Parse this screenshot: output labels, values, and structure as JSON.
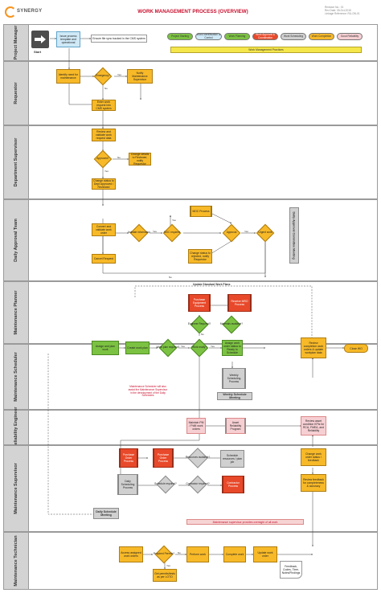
{
  "header": {
    "brand": "SYNERGY",
    "title": "WORK MANAGEMENT PROCESS (OVERVIEW)",
    "meta_1": "Revision No.: 01",
    "meta_2": "Rev Date: 05-Oct-2015",
    "meta_3": "Linkage Reference: RU-ON-01"
  },
  "lanes": [
    {
      "label": "Project Manager"
    },
    {
      "label": "Requestor"
    },
    {
      "label": "Department Supervisor"
    },
    {
      "label": "Daily Approval Team"
    },
    {
      "label": "Maintenance Planner"
    },
    {
      "label": "Maintenance Scheduler"
    },
    {
      "label": "Reliability Engineer"
    },
    {
      "label": "Maintenance Supervisor"
    },
    {
      "label": "Maintenance Technician"
    }
  ],
  "pm": {
    "start": "Start",
    "define_box": "Issue process template and operational",
    "note_box": "Ensure file sync tracked in the CMS system",
    "phases": [
      "Project Starting",
      "Work Identification & Control",
      "Work Planning",
      "Work Approval & Coordination",
      "Work Scheduling",
      "Work Completion",
      "Good Reliability"
    ],
    "phase_colors": [
      "#7cc242",
      "#cfe9f7",
      "#7cc242",
      "#e8492a",
      "#d0d0d0",
      "#f7b928",
      "#f6cfd3"
    ],
    "bar": "Work Management Practices"
  },
  "requestor": {
    "identify": "Identify need for maintenance",
    "emergency": "Emergency?",
    "notify": "Notify Maintenance Supervisor",
    "create": "Enter work request into CMS system"
  },
  "dept": {
    "review": "Review and validate work request data",
    "approved": "Approved?",
    "change": "Change details to Reviewer, notify Requestor",
    "change2": "Change status to Dept Approved / Reviewed"
  },
  "dat": {
    "convert": "Convert and validate work order",
    "cancel": "Cancel Request",
    "validate": "Validate information",
    "moc": "MOC Process",
    "moc_req": "MOC required",
    "approval": "Approval",
    "urgent": "Urgent work",
    "change": "Change status to rejected, notify Requestor",
    "side": "Daily Approval Committee Meeting"
  },
  "planner": {
    "update_std": "Update Standard Work Plans",
    "assign": "Assign and plan work",
    "create_plan": "Create work plan",
    "requires": "Work plan required?",
    "engineer": "Engineer Required?",
    "ready": "Work ready?",
    "proc1": "Purchase Equipment Process",
    "proc2": "Receive MRO Process",
    "materials": "Materials available?",
    "assign2": "Assign work order status to Ready to Schedule",
    "review": "Review completion work orders & update workplan data",
    "close": "Close WO"
  },
  "scheduler": {
    "note": "Maintenance Scheduler will also assist the Maintenance Supervisor in the development of the Daily Schedules",
    "weekly_proc": "Weekly Scheduling Process",
    "weekly": "Weekly Schedule Meeting"
  },
  "reliability": {
    "maintain": "Maintain PM / PdM work orders",
    "asset": "Asset Reliability Program",
    "review": "Review asset condition KPIs for RCA, FMEA, and Reliability"
  },
  "supervisor": {
    "parts": "Purchase Order Process",
    "pre": "Purchase Order Process",
    "resources": "Resources available?",
    "schedule_conf": "Schedule resources / plan job",
    "daily_proc": "Daily Scheduling Process",
    "sched_ok": "Schedule required?",
    "contractor": "Contractor required?",
    "contract_proc": "Contractor Process",
    "change_wo": "Change work order status / feedback",
    "review_feedback": "Review feedback for completeness & accuracy",
    "daily": "Daily Schedule Meeting",
    "note": "Maintenance supervisor provides oversight of all work"
  },
  "tech": {
    "access": "Access assigned work orders",
    "permit": "Required Permits?",
    "get": "Get permits/tests as per LOTO",
    "perform": "Perform work",
    "complete": "Complete work",
    "feedback": "Update work order",
    "note": "Feedback, Codes, Time, Notes/Findings"
  },
  "flow_labels": {
    "yes": "Yes",
    "no": "No"
  }
}
